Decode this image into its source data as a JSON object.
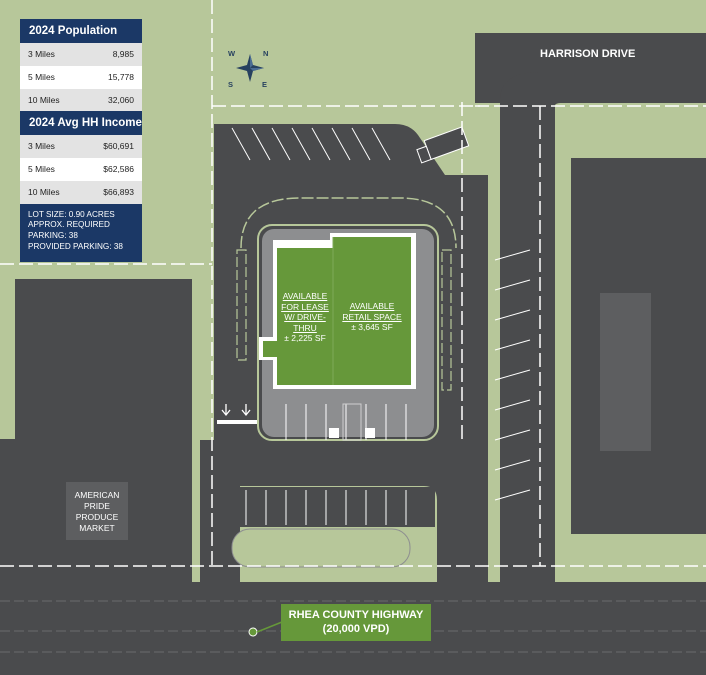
{
  "population": {
    "title": "2024 Population",
    "rows": [
      {
        "label": "3 Miles",
        "value": "8,985"
      },
      {
        "label": "5 Miles",
        "value": "15,778"
      },
      {
        "label": "10 Miles",
        "value": "32,060"
      }
    ]
  },
  "income": {
    "title": "2024 Avg HH Income",
    "rows": [
      {
        "label": "3 Miles",
        "value": "$60,691"
      },
      {
        "label": "5 Miles",
        "value": "$62,586"
      },
      {
        "label": "10 Miles",
        "value": "$66,893"
      }
    ]
  },
  "lot": {
    "line1": "LOT SIZE: 0.90 ACRES",
    "line2": "APPROX. REQUIRED",
    "line3": "PARKING: 38",
    "line4": "PROVIDED PARKING: 38"
  },
  "compass": {
    "w": "W",
    "n": "N",
    "s": "S",
    "e": "E"
  },
  "roads": {
    "harrison": "HARRISON DRIVE",
    "highway_name": "RHEA COUNTY HIGHWAY",
    "highway_vpd": "(20,000 VPD)"
  },
  "units": {
    "left": {
      "l1": "AVAILABLE",
      "l2": "FOR LEASE",
      "l3": "W/ DRIVE-",
      "l4": "THRU",
      "l5": "± 2,225 SF"
    },
    "right": {
      "l1": "AVAILABLE",
      "l2": "RETAIL SPACE",
      "l3": "± 3,645 SF"
    }
  },
  "market": {
    "l1": "AMERICAN",
    "l2": "PRIDE",
    "l3": "PRODUCE",
    "l4": "MARKET"
  },
  "colors": {
    "grass": "#b7c79a",
    "asphalt": "#4a4b4d",
    "building_green": "#66983a",
    "panel_navy": "#1b3866"
  }
}
